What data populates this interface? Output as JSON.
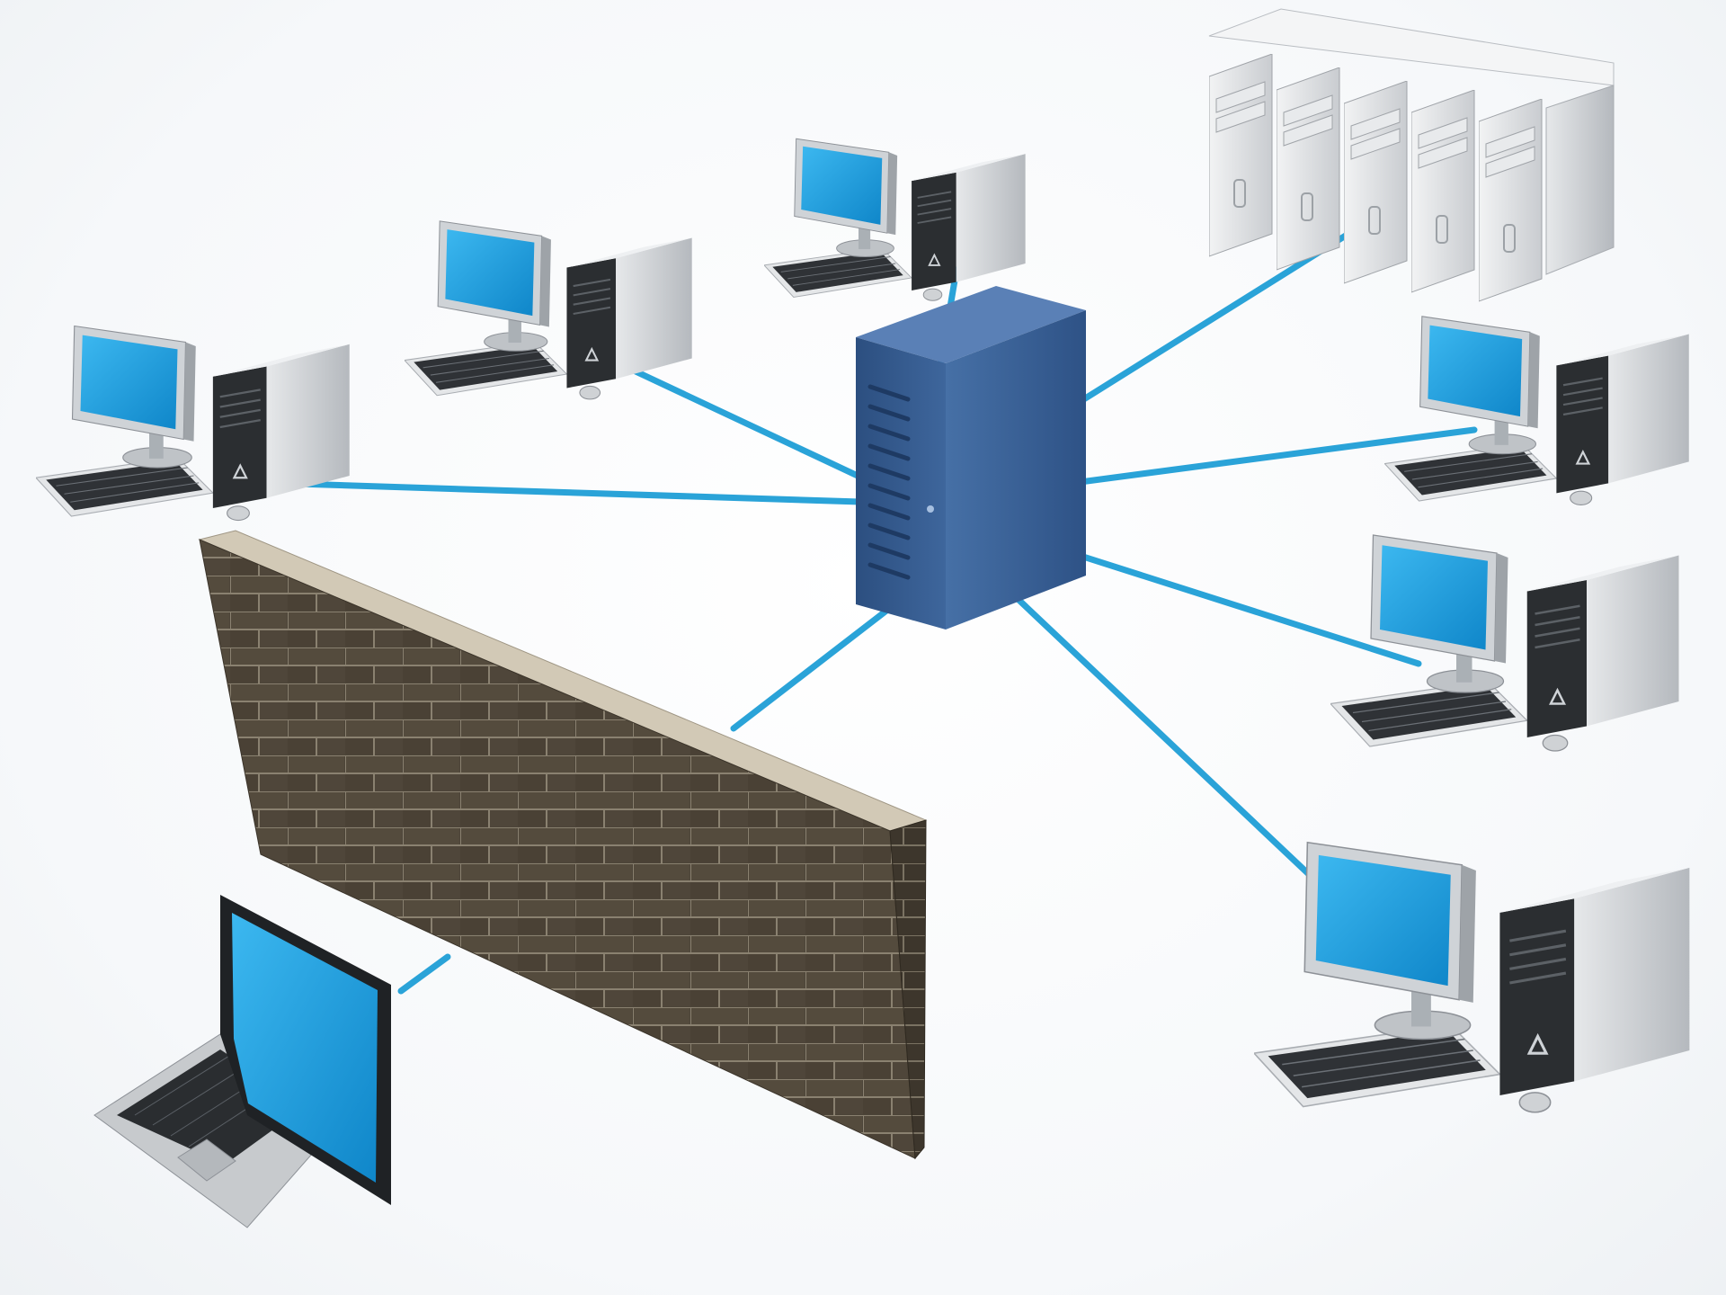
{
  "diagram": {
    "type": "network-topology",
    "hub": {
      "name": "central-server",
      "icon": "server-tower-icon"
    },
    "nodes": [
      {
        "id": "workstation-left-1",
        "icon": "desktop-computer-icon"
      },
      {
        "id": "workstation-left-2",
        "icon": "desktop-computer-icon"
      },
      {
        "id": "workstation-top",
        "icon": "desktop-computer-icon"
      },
      {
        "id": "server-rack",
        "icon": "server-rack-icon"
      },
      {
        "id": "workstation-right-1",
        "icon": "desktop-computer-icon"
      },
      {
        "id": "workstation-right-2",
        "icon": "desktop-computer-icon"
      },
      {
        "id": "workstation-right-3",
        "icon": "desktop-computer-icon"
      },
      {
        "id": "laptop",
        "icon": "laptop-icon"
      }
    ],
    "barrier": {
      "name": "firewall",
      "icon": "brick-wall-icon"
    },
    "colors": {
      "cable": "#2aa3d8",
      "screen": "#1ea2e2",
      "hub_body": "#3a5f92",
      "case": "#d9dcdf",
      "brick": "#4a4236",
      "mortar": "#c9c0ae"
    }
  }
}
